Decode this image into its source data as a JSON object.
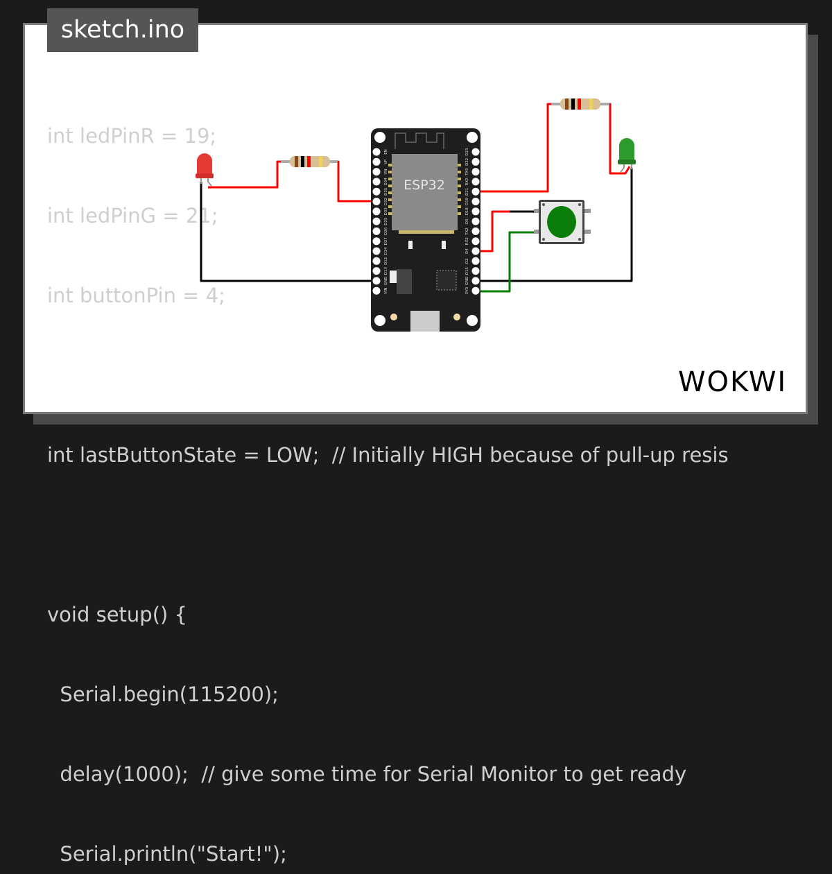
{
  "file_tab": {
    "title": "sketch.ino"
  },
  "code_lines": [
    "int ledPinR = 19;",
    "int ledPinG = 21;",
    "int buttonPin = 4;",
    "",
    "int lastButtonState = LOW;  // Initially HIGH because of pull-up resis",
    "",
    "void setup() {",
    "  Serial.begin(115200);",
    "  delay(1000);  // give some time for Serial Monitor to get ready",
    "  Serial.println(\"Start!\");"
  ],
  "board": {
    "label": "ESP32",
    "left_pins": [
      "EN",
      "VP",
      "VN",
      "D34",
      "D35",
      "D32",
      "D33",
      "D25",
      "D26",
      "D27",
      "D14",
      "D12",
      "D13",
      "GND",
      "VIN"
    ],
    "right_pins": [
      "D23",
      "D22",
      "TX0",
      "RX0",
      "D21",
      "D19",
      "D18",
      "D5",
      "TX2",
      "RX2",
      "D4",
      "D2",
      "D15",
      "GND",
      "3V3"
    ]
  },
  "components": {
    "led_red_color": "#e53935",
    "led_green_color": "#2e9b2e",
    "button_color": "#0a7d0a"
  },
  "wire_colors": {
    "red": "#ff0000",
    "black": "#000000",
    "green": "#008000"
  },
  "logo": "WOKWI"
}
